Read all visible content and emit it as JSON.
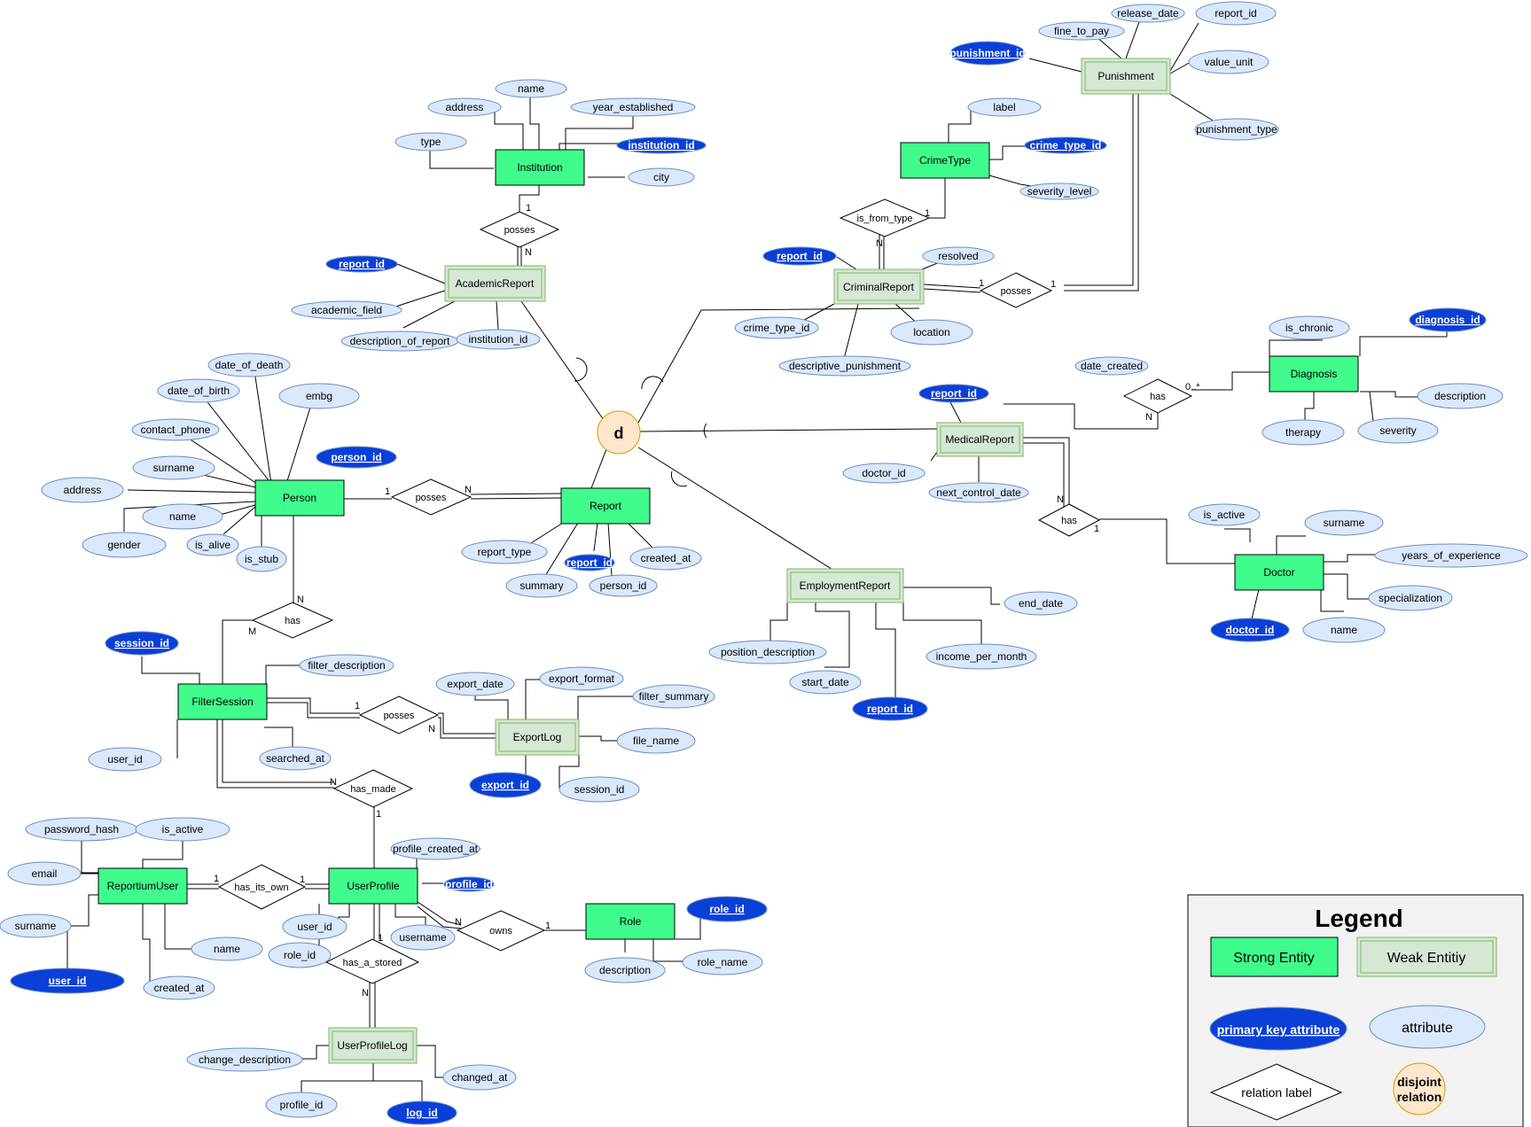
{
  "colors": {
    "strong_fill": "#3ffc8d",
    "weak_fill": "#d5e8d4",
    "weak_stroke": "#82b366",
    "attr_fill": "#dae8fc",
    "attr_stroke": "#6c8ebf",
    "pk_fill": "#0a3fd8",
    "disjoint_fill": "#ffe6cc",
    "disjoint_stroke": "#d79b00"
  },
  "disjoint_symbol": "d",
  "entities": {
    "institution": "Institution",
    "academic_report": "AcademicReport",
    "punishment": "Punishment",
    "crime_type": "CrimeType",
    "criminal_report": "CriminalReport",
    "diagnosis": "Diagnosis",
    "medical_report": "MedicalReport",
    "person": "Person",
    "report": "Report",
    "employment_report": "EmploymentReport",
    "doctor": "Doctor",
    "filter_session": "FilterSession",
    "export_log": "ExportLog",
    "reportium_user": "ReportiumUser",
    "user_profile": "UserProfile",
    "role": "Role",
    "user_profile_log": "UserProfileLog"
  },
  "relations": {
    "inst_posses": "posses",
    "is_from_type": "is_from_type",
    "crim_posses": "posses",
    "diag_has": "has",
    "person_posses": "posses",
    "doctor_has": "has",
    "person_has": "has",
    "export_posses": "posses",
    "has_made": "has_made",
    "has_its_own": "has_its_own",
    "owns": "owns",
    "has_a_stored": "has_a_stored"
  },
  "attributes": {
    "inst_address": "address",
    "inst_name": "name",
    "inst_year": "year_established",
    "inst_type": "type",
    "inst_id": "institution_id",
    "inst_city": "city",
    "acad_report_id": "report_id",
    "acad_field": "academic_field",
    "acad_desc": "description_of_report",
    "acad_inst_id": "institution_id",
    "pun_fine": "fine_to_pay",
    "pun_release": "release_date",
    "pun_report_id": "report_id",
    "pun_id": "punishment_id",
    "pun_value_unit": "value_unit",
    "pun_type": "punishment_type",
    "ct_label": "label",
    "ct_id": "crime_type_id",
    "ct_severity": "severity_level",
    "crim_report_id": "report_id",
    "crim_resolved": "resolved",
    "crim_ct_id": "crime_type_id",
    "crim_location": "location",
    "crim_desc_pun": "descriptive_punishment",
    "diag_chronic": "is_chronic",
    "diag_id": "diagnosis_id",
    "diag_date": "date_created",
    "diag_desc": "description",
    "diag_therapy": "therapy",
    "diag_severity": "severity",
    "med_report_id": "report_id",
    "med_doctor_id": "doctor_id",
    "med_next": "next_control_date",
    "p_death": "date_of_death",
    "p_birth": "date_of_birth",
    "p_embg": "embg",
    "p_phone": "contact_phone",
    "p_surname": "surname",
    "p_id": "person_id",
    "p_address": "address",
    "p_name": "name",
    "p_gender": "gender",
    "p_alive": "is_alive",
    "p_stub": "is_stub",
    "r_type": "report_type",
    "r_id": "report_id",
    "r_created": "created_at",
    "r_summary": "summary",
    "r_person_id": "person_id",
    "emp_end": "end_date",
    "emp_pos": "position_description",
    "emp_start": "start_date",
    "emp_income": "income_per_month",
    "emp_report_id": "report_id",
    "doc_active": "is_active",
    "doc_surname": "surname",
    "doc_years": "years_of_experience",
    "doc_spec": "specialization",
    "doc_id": "doctor_id",
    "doc_name": "name",
    "fs_session_id": "session_id",
    "fs_filter_desc": "filter_description",
    "fs_user_id": "user_id",
    "fs_searched": "searched_at",
    "el_date": "export_date",
    "el_format": "export_format",
    "el_filter": "filter_summary",
    "el_file": "file_name",
    "el_id": "export_id",
    "el_session": "session_id",
    "ru_password": "password_hash",
    "ru_active": "is_active",
    "ru_email": "email",
    "ru_surname": "surname",
    "ru_id": "user_id",
    "ru_name": "name",
    "ru_created": "created_at",
    "up_created": "profile_created_at",
    "up_id": "profile_id",
    "up_user_id": "user_id",
    "up_username": "username",
    "up_role_id": "role_id",
    "role_id": "role_id",
    "role_desc": "description",
    "role_name": "role_name",
    "upl_change": "change_description",
    "upl_changed": "changed_at",
    "upl_profile": "profile_id",
    "upl_log": "log_id"
  },
  "cardinalities": {
    "c_inst_1": "1",
    "c_inst_n": "N",
    "c_isfrom_1": "1",
    "c_isfrom_n": "N",
    "c_crim_1a": "1",
    "c_crim_1b": "1",
    "c_diag_0": "0..*",
    "c_diag_n": "N",
    "c_pp_1": "1",
    "c_pp_n": "N",
    "c_doc_n": "N",
    "c_doc_1": "1",
    "c_ph_n": "N",
    "c_ph_m": "M",
    "c_ep_1": "1",
    "c_ep_n": "N",
    "c_hm_n": "N",
    "c_hm_1": "1",
    "c_hio_1a": "1",
    "c_hio_1b": "1",
    "c_owns_n": "N",
    "c_owns_1": "1",
    "c_has_1": "1",
    "c_has_n": "N"
  },
  "legend": {
    "title": "Legend",
    "strong_entity": "Strong Entity",
    "weak_entity": "Weak Entitiy",
    "pk_attribute": "primary key attribute",
    "attribute": "attribute",
    "relation_label": "relation label",
    "disjoint_line1": "disjoint",
    "disjoint_line2": "relation"
  }
}
